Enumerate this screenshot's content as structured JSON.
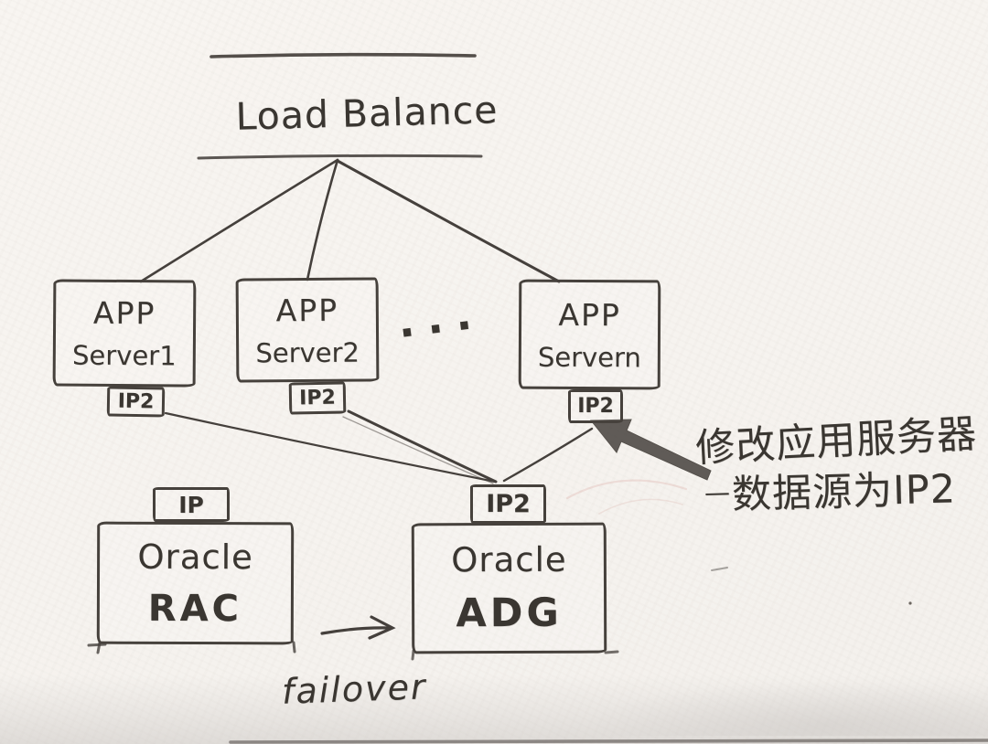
{
  "diagram": {
    "title": "Load Balance",
    "ellipsis": "···",
    "app_servers": [
      {
        "name_line1": "APP",
        "name_line2": "Server1",
        "ip_tag": "IP2"
      },
      {
        "name_line1": "APP",
        "name_line2": "Server2",
        "ip_tag": "IP2"
      },
      {
        "name_line1": "APP",
        "name_line2": "Servern",
        "ip_tag": "IP2"
      }
    ],
    "databases": [
      {
        "name_line1": "Oracle",
        "name_line2": "RAC",
        "ip_tag": "IP"
      },
      {
        "name_line1": "Oracle",
        "name_line2": "ADG",
        "ip_tag": "IP2"
      }
    ],
    "failover_label": "failover",
    "annotation": {
      "dash": "—",
      "line1": "修改应用服务器",
      "line2": "数据源为IP2"
    },
    "colors": {
      "ink": "#3a3631",
      "pencil_line": "#46413c",
      "paper": "#f6f3ef"
    }
  }
}
